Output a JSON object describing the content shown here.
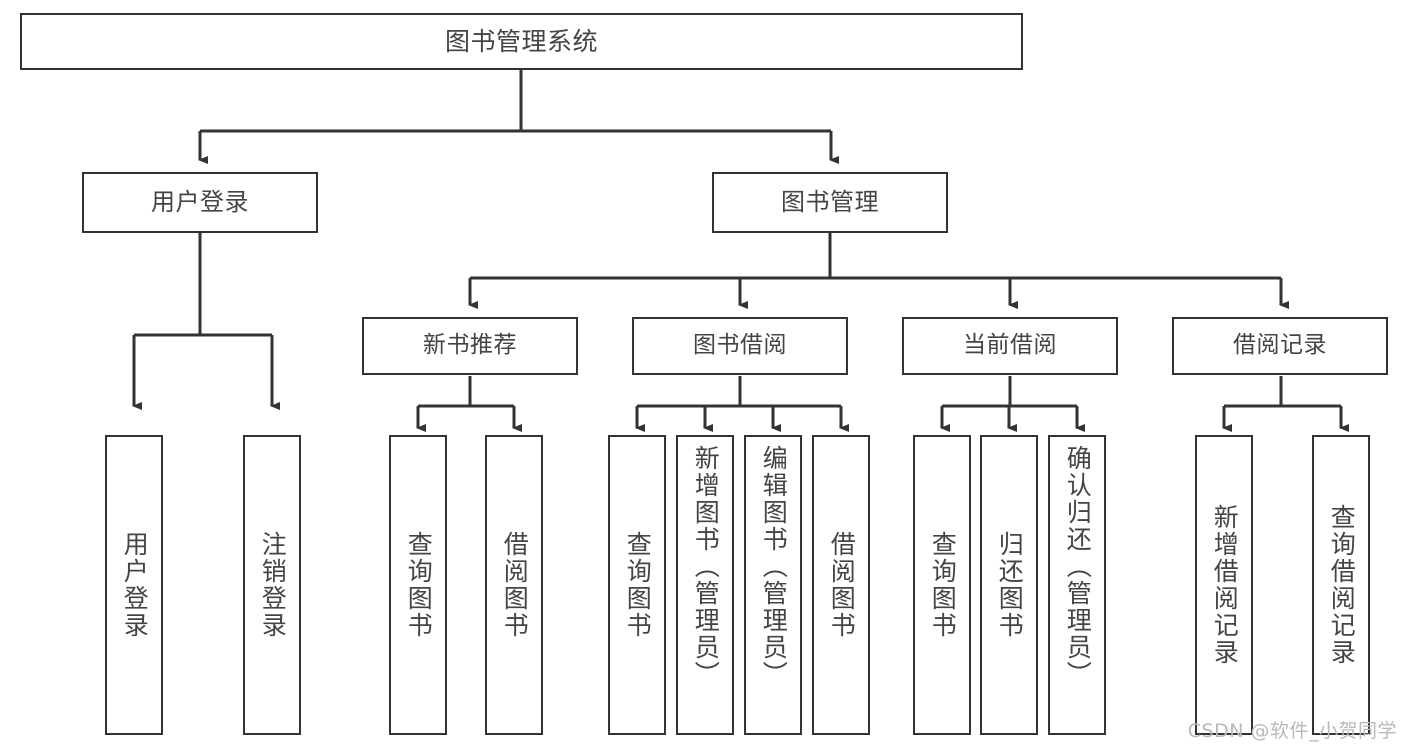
{
  "diagram": {
    "title": "图书管理系统",
    "type": "hierarchy-tree",
    "root": {
      "label": "图书管理系统"
    },
    "level2": [
      {
        "label": "用户登录"
      },
      {
        "label": "图书管理"
      }
    ],
    "level3": [
      {
        "label": "新书推荐"
      },
      {
        "label": "图书借阅"
      },
      {
        "label": "当前借阅"
      },
      {
        "label": "借阅记录"
      }
    ],
    "leaves": {
      "user_login": [
        {
          "label": "用户登录"
        },
        {
          "label": "注销登录"
        }
      ],
      "new_book_recommend": [
        {
          "label": "查询图书"
        },
        {
          "label": "借阅图书"
        }
      ],
      "book_borrow": [
        {
          "label": "查询图书"
        },
        {
          "label": "新增图书（管理员）"
        },
        {
          "label": "编辑图书（管理员）"
        },
        {
          "label": "借阅图书"
        }
      ],
      "current_borrow": [
        {
          "label": "查询图书"
        },
        {
          "label": "归还图书"
        },
        {
          "label": "确认归还（管理员）"
        }
      ],
      "borrow_record": [
        {
          "label": "新增借阅记录"
        },
        {
          "label": "查询借阅记录"
        }
      ]
    }
  },
  "watermark": {
    "text": "CSDN @软件_小贺同学"
  },
  "colors": {
    "border": "#333333",
    "text": "#444444",
    "background": "#ffffff",
    "watermark": "#b9b9b9"
  }
}
